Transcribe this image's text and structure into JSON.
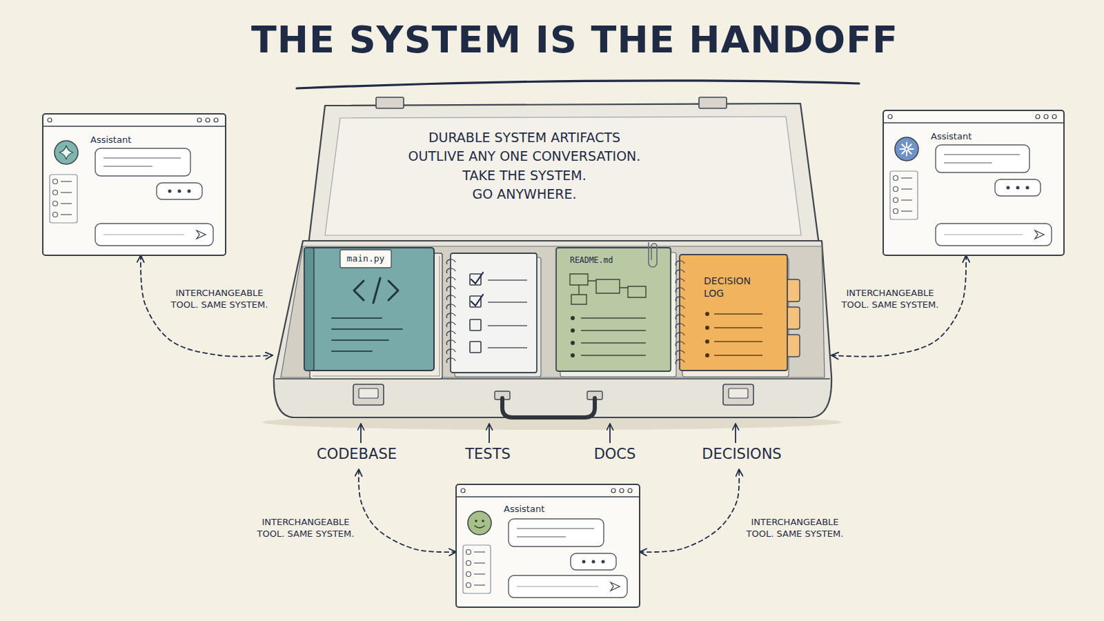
{
  "diagram": {
    "title": "THE SYSTEM IS THE HANDOFF",
    "nodes": [
      {
        "text": [
          "Assistant"
        ]
      },
      {
        "text": [
          "DURABLE SYSTEM ARTIFACTS OUTLIVE ANY ONE CONVERSATION.",
          "TAKE THE SYSTEM. GO ANYWHERE."
        ]
      },
      {
        "text": [
          "main.py",
          "CODEBASE"
        ],
        "in": 1
      },
      {
        "text": [
          "TESTS"
        ],
        "in": 1
      },
      {
        "text": [
          "README.md",
          "DOCS"
        ],
        "in": 1
      },
      {
        "text": [
          "DECISION LOG",
          "DECISIONS"
        ],
        "in": 1
      },
      {
        "text": [
          "Assistant"
        ]
      },
      {
        "text": [
          "Assistant"
        ]
      }
    ],
    "edges": [
      {
        "from": 0,
        "to": 1,
        "arrow": "both",
        "label": "INTERCHANGEABLE TOOL. SAME SYSTEM."
      },
      {
        "from": 6,
        "to": 1,
        "arrow": "both",
        "label": "INTERCHANGEABLE TOOL. SAME SYSTEM."
      },
      {
        "from": 7,
        "to": 2,
        "arrow": "both",
        "label": "INTERCHANGEABLE TOOL. SAME SYSTEM."
      },
      {
        "from": 7,
        "to": 5,
        "arrow": "both",
        "label": "INTERCHANGEABLE TOOL. SAME SYSTEM."
      }
    ]
  }
}
